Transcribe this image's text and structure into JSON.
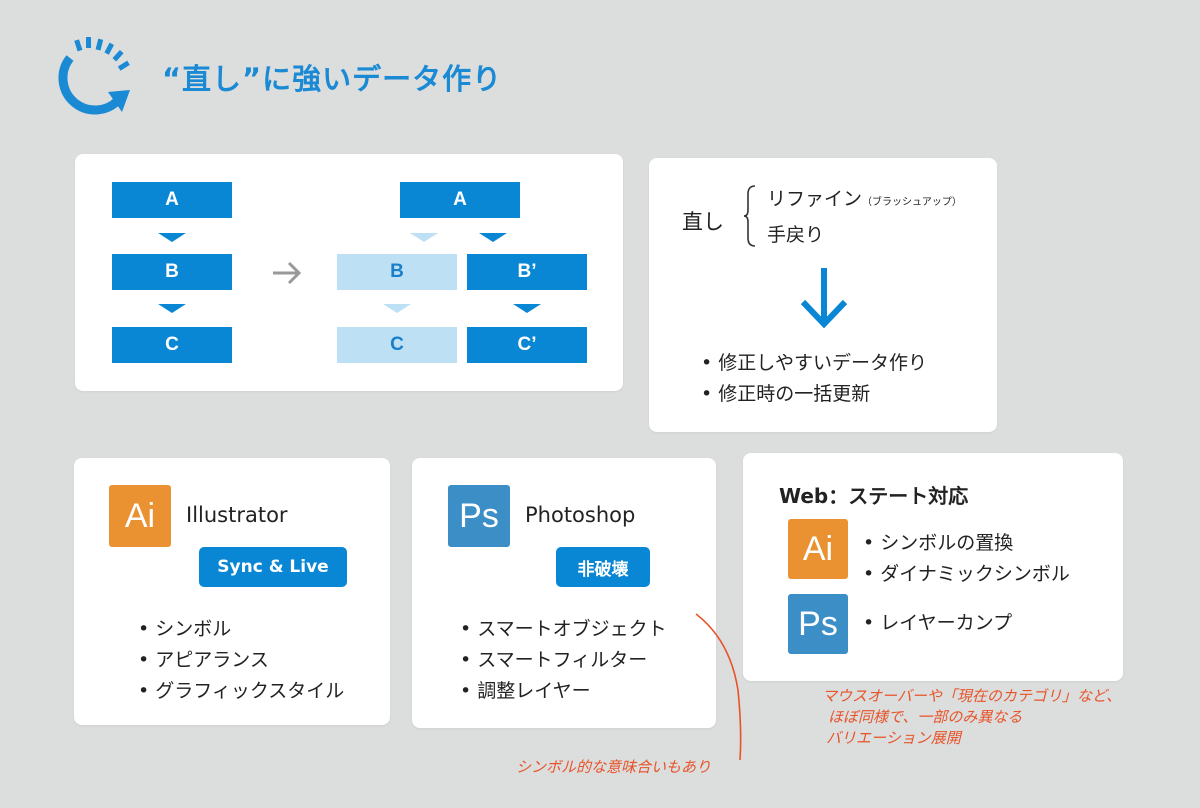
{
  "title": "“直し”に強いデータ作り",
  "flow": {
    "left": [
      "A",
      "B",
      "C"
    ],
    "right_top": "A",
    "right_mid": [
      "B",
      "B’"
    ],
    "right_bottom": [
      "C",
      "C’"
    ]
  },
  "naoshi": {
    "label": "直し",
    "item1": "リファイン",
    "item1_note": "（ブラッシュアップ）",
    "item2": "手戻り",
    "results": [
      "修正しやすいデータ作り",
      "修正時の一括更新"
    ]
  },
  "illustrator": {
    "icon": "Ai",
    "name": "Illustrator",
    "pill": "Sync & Live",
    "items": [
      "シンボル",
      "アピアランス",
      "グラフィックスタイル"
    ]
  },
  "photoshop": {
    "icon": "Ps",
    "name": "Photoshop",
    "pill": "非破壊",
    "items": [
      "スマートオブジェクト",
      "スマートフィルター",
      "調整レイヤー"
    ]
  },
  "web": {
    "title": "Web：ステート対応",
    "ai_icon": "Ai",
    "ai_items": [
      "シンボルの置換",
      "ダイナミックシンボル"
    ],
    "ps_icon": "Ps",
    "ps_items": [
      "レイヤーカンプ"
    ]
  },
  "notes": {
    "symbol": "シンボル的な意味合いもあり",
    "web": [
      "マウスオーバーや「現在のカテゴリ」など、",
      "ほぼ同様で、一部のみ異なる",
      "バリエーション展開"
    ]
  },
  "colors": {
    "accent": "#0a87d4",
    "light": "#bde0f5",
    "ai": "#ea9232",
    "ps": "#3c8ec7",
    "note": "#e8542a"
  }
}
